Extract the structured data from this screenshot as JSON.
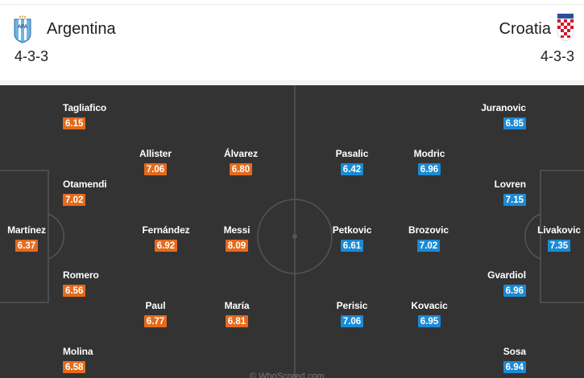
{
  "home": {
    "name": "Argentina",
    "formation": "4-3-3",
    "crest_icon": "argentina-crest-icon",
    "rating_color": "#e56a1c",
    "players": [
      {
        "id": "tagliafico",
        "name": "Tagliafico",
        "rating": "6.15"
      },
      {
        "id": "otamendi",
        "name": "Otamendi",
        "rating": "7.02"
      },
      {
        "id": "martinez",
        "name": "Martínez",
        "rating": "6.37"
      },
      {
        "id": "romero",
        "name": "Romero",
        "rating": "6.56"
      },
      {
        "id": "molina",
        "name": "Molina",
        "rating": "6.58"
      },
      {
        "id": "allister",
        "name": "Allister",
        "rating": "7.06"
      },
      {
        "id": "fernandez",
        "name": "Fernández",
        "rating": "6.92"
      },
      {
        "id": "paul",
        "name": "Paul",
        "rating": "6.77"
      },
      {
        "id": "alvarez",
        "name": "Álvarez",
        "rating": "6.80"
      },
      {
        "id": "messi",
        "name": "Messi",
        "rating": "8.09"
      },
      {
        "id": "maria",
        "name": "María",
        "rating": "6.81"
      }
    ]
  },
  "away": {
    "name": "Croatia",
    "formation": "4-3-3",
    "crest_icon": "croatia-crest-icon",
    "rating_color": "#1a8ad4",
    "players": [
      {
        "id": "pasalic",
        "name": "Pasalic",
        "rating": "6.42"
      },
      {
        "id": "petkovic",
        "name": "Petkovic",
        "rating": "6.61"
      },
      {
        "id": "perisic",
        "name": "Perisic",
        "rating": "7.06"
      },
      {
        "id": "modric",
        "name": "Modric",
        "rating": "6.96"
      },
      {
        "id": "brozovic",
        "name": "Brozovic",
        "rating": "7.02"
      },
      {
        "id": "kovacic",
        "name": "Kovacic",
        "rating": "6.95"
      },
      {
        "id": "juranovic",
        "name": "Juranovic",
        "rating": "6.85"
      },
      {
        "id": "lovren",
        "name": "Lovren",
        "rating": "7.15"
      },
      {
        "id": "livakovic",
        "name": "Livakovic",
        "rating": "7.35"
      },
      {
        "id": "gvardiol",
        "name": "Gvardiol",
        "rating": "6.96"
      },
      {
        "id": "sosa",
        "name": "Sosa",
        "rating": "6.94"
      }
    ]
  },
  "pitch": {
    "background": "#333333",
    "line_color": "#555555",
    "watermark": "© WhoScored.com"
  }
}
